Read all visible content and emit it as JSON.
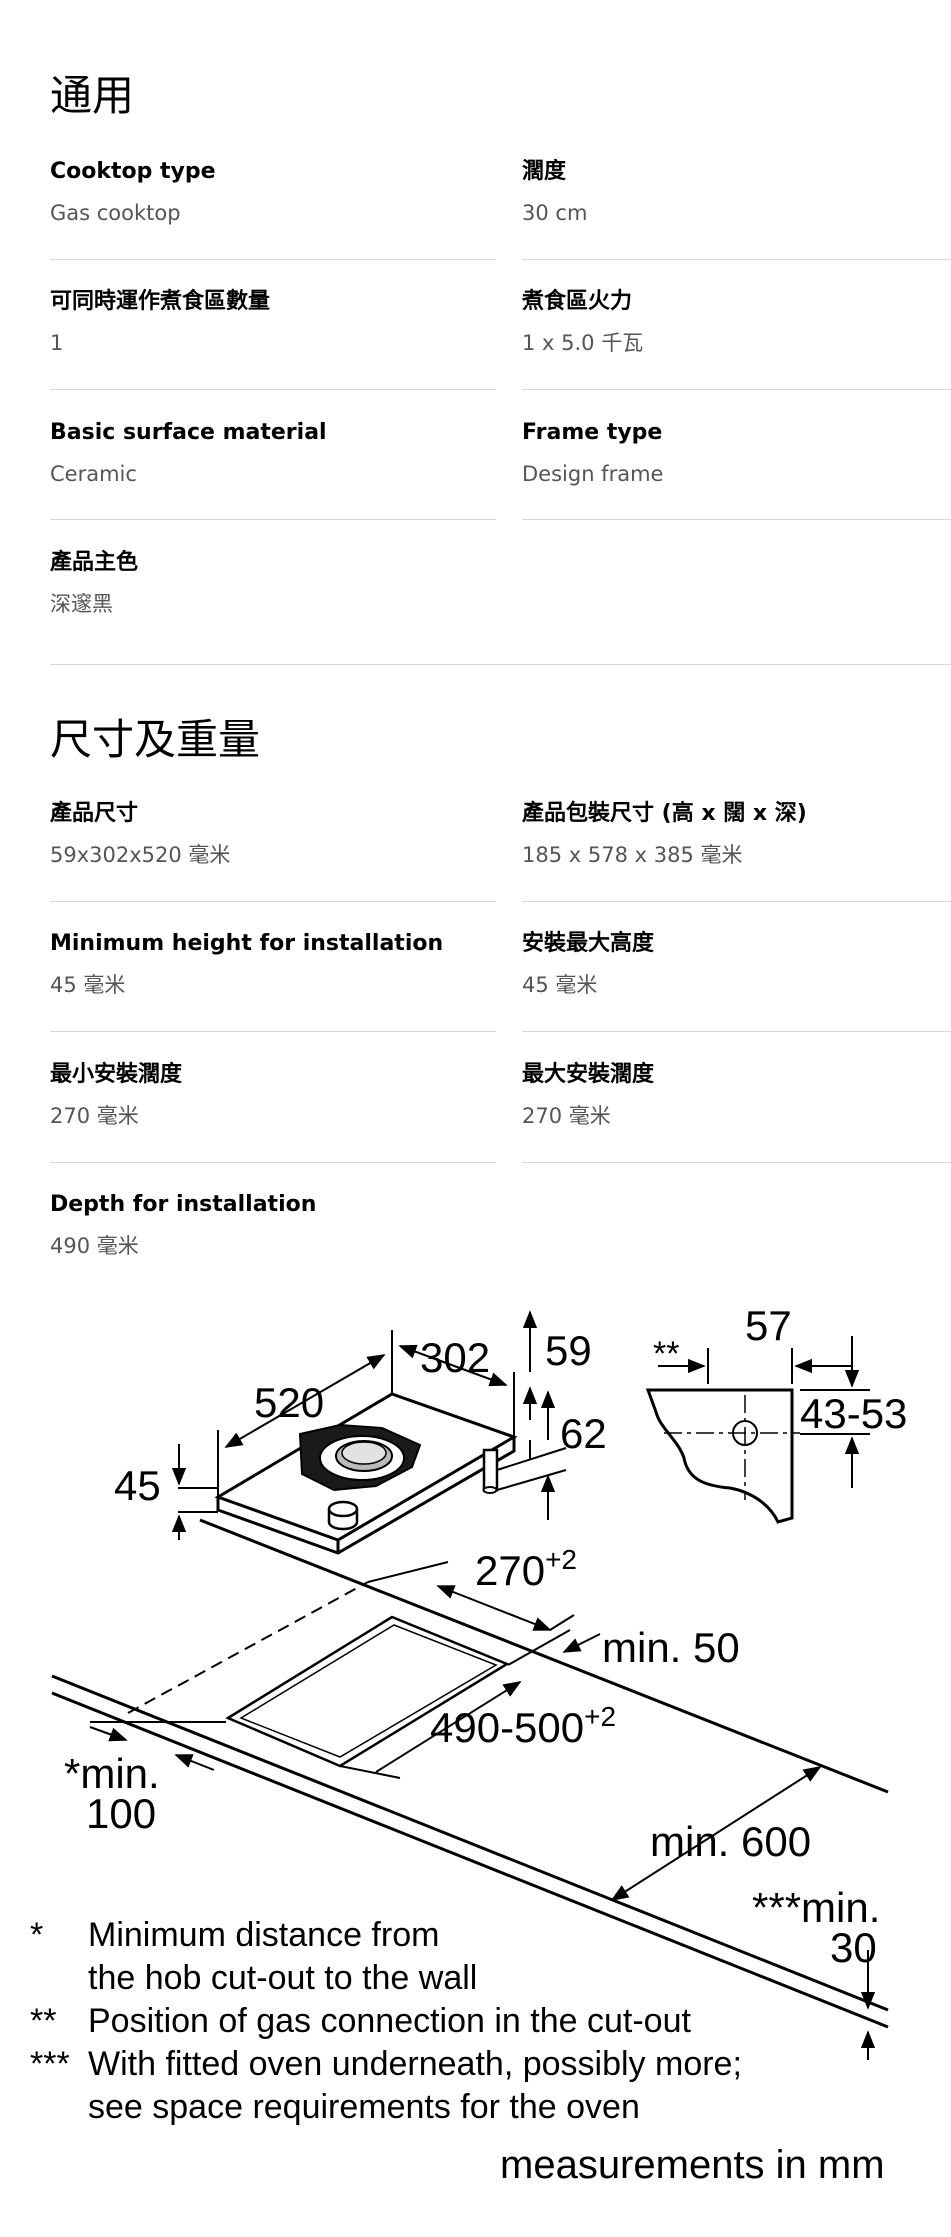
{
  "general": {
    "title": "通用",
    "specs": [
      {
        "label": "Cooktop type",
        "value": "Gas cooktop"
      },
      {
        "label": "濶度",
        "value": "30 cm"
      },
      {
        "label": "可同時運作煮食區數量",
        "value": "1"
      },
      {
        "label": "煮食區火力",
        "value": "1 x 5.0 千瓦"
      },
      {
        "label": "Basic surface material",
        "value": "Ceramic"
      },
      {
        "label": "Frame type",
        "value": "Design frame"
      },
      {
        "label": "產品主色",
        "value": "深邃黑"
      }
    ]
  },
  "dimensions": {
    "title": "尺寸及重量",
    "specs": [
      {
        "label": "產品尺寸",
        "value": "59x302x520 毫米"
      },
      {
        "label": "產品包裝尺寸 (高 x 闊 x 深)",
        "value": "185 x 578 x 385 毫米"
      },
      {
        "label": "Minimum height for installation",
        "value": "45 毫米"
      },
      {
        "label": "安裝最大高度",
        "value": "45 毫米"
      },
      {
        "label": "最小安裝濶度",
        "value": "270 毫米"
      },
      {
        "label": "最大安裝濶度",
        "value": "270 毫米"
      },
      {
        "label": "Depth for installation",
        "value": "490 毫米"
      }
    ]
  },
  "diagram": {
    "dims": {
      "d302": "302",
      "d59": "59",
      "d520": "520",
      "d62": "62",
      "d45": "45",
      "d57": "57",
      "d4353": "43-53",
      "stars2": "**",
      "d270": "270",
      "d270_tol": "+2",
      "min50": "min. 50",
      "d490": "490-500",
      "d490_tol": "+2",
      "min100_a": "*min.",
      "min100_b": "100",
      "min600": "min. 600",
      "min30_a": "***min.",
      "min30_b": "30"
    },
    "notes": [
      {
        "mark": "*",
        "lines": [
          "Minimum distance from",
          "the hob cut-out to the wall"
        ]
      },
      {
        "mark": "**",
        "lines": [
          "Position of gas connection in the cut-out"
        ]
      },
      {
        "mark": "***",
        "lines": [
          "With fitted oven underneath, possibly more;",
          "see space requirements for the oven"
        ]
      }
    ],
    "units": "measurements in mm"
  }
}
